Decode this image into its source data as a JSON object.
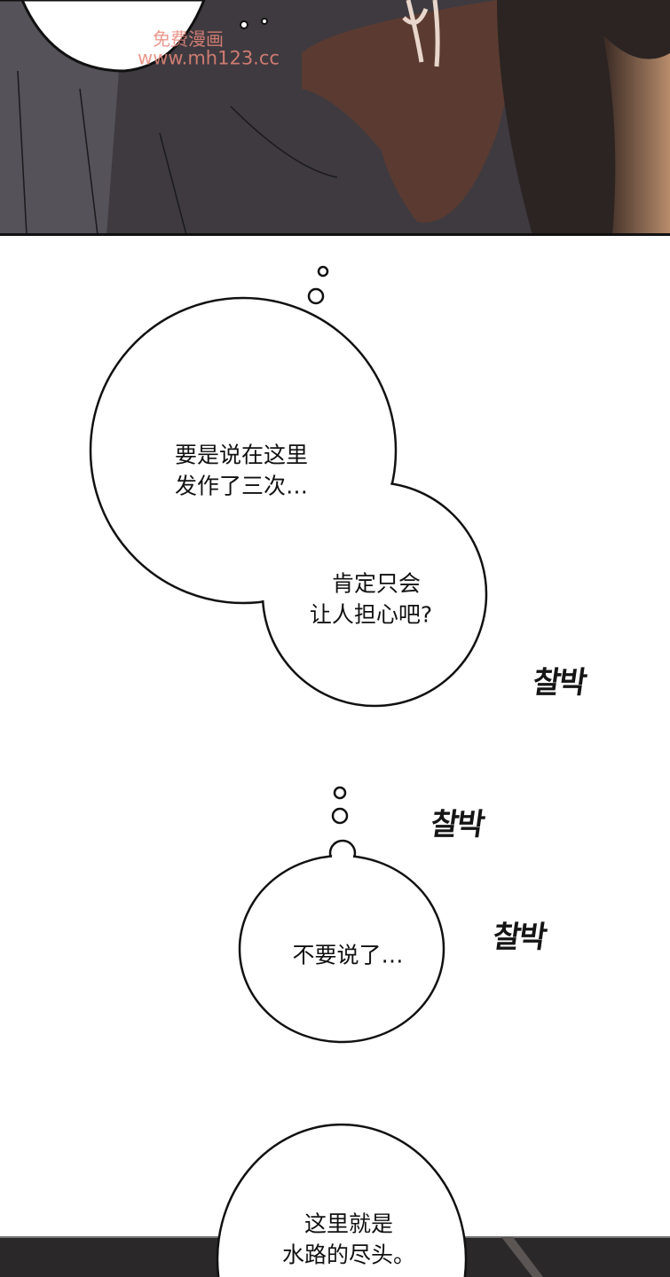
{
  "watermark": {
    "line1": "免费漫画",
    "line2": "www.mh123.cc"
  },
  "bubbles": [
    {
      "lines": [
        "要是说在这里",
        "发作了三次…"
      ]
    },
    {
      "lines": [
        "肯定只会",
        "让人担心吧?"
      ]
    },
    {
      "lines": [
        "不要说了…"
      ]
    },
    {
      "lines": [
        "这里就是",
        "水路的尽头。"
      ]
    }
  ],
  "sfx": [
    "찰박",
    "찰박",
    "찰박"
  ],
  "colors": {
    "panel_dark": "#3a3538",
    "cloth_brown": "#5a3a30",
    "skin": "#b48a6a",
    "watermark": "#e8877a"
  }
}
